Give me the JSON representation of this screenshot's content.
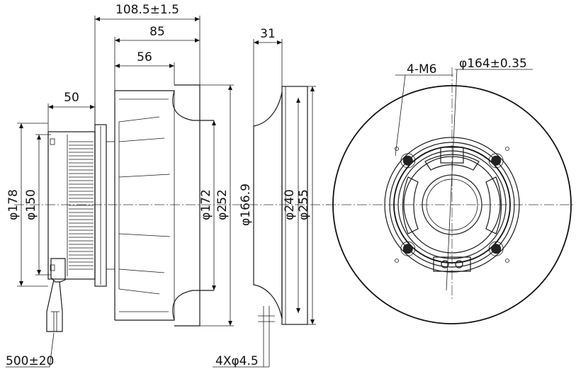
{
  "dimensions": {
    "overall_length": "108.5±1.5",
    "impeller_length": "85",
    "inlet_depth": "56",
    "motor_length": "50",
    "ring_width": "31",
    "thread_spec": "4-M6",
    "bolt_circle": "φ164±0.35",
    "d178": "φ178",
    "d150": "φ150",
    "d172": "φ172",
    "d252": "φ252",
    "d166": "φ166.9",
    "d240": "φ240",
    "d255": "φ255",
    "cable_length": "500±20",
    "mount_holes": "4Xφ4.5"
  }
}
